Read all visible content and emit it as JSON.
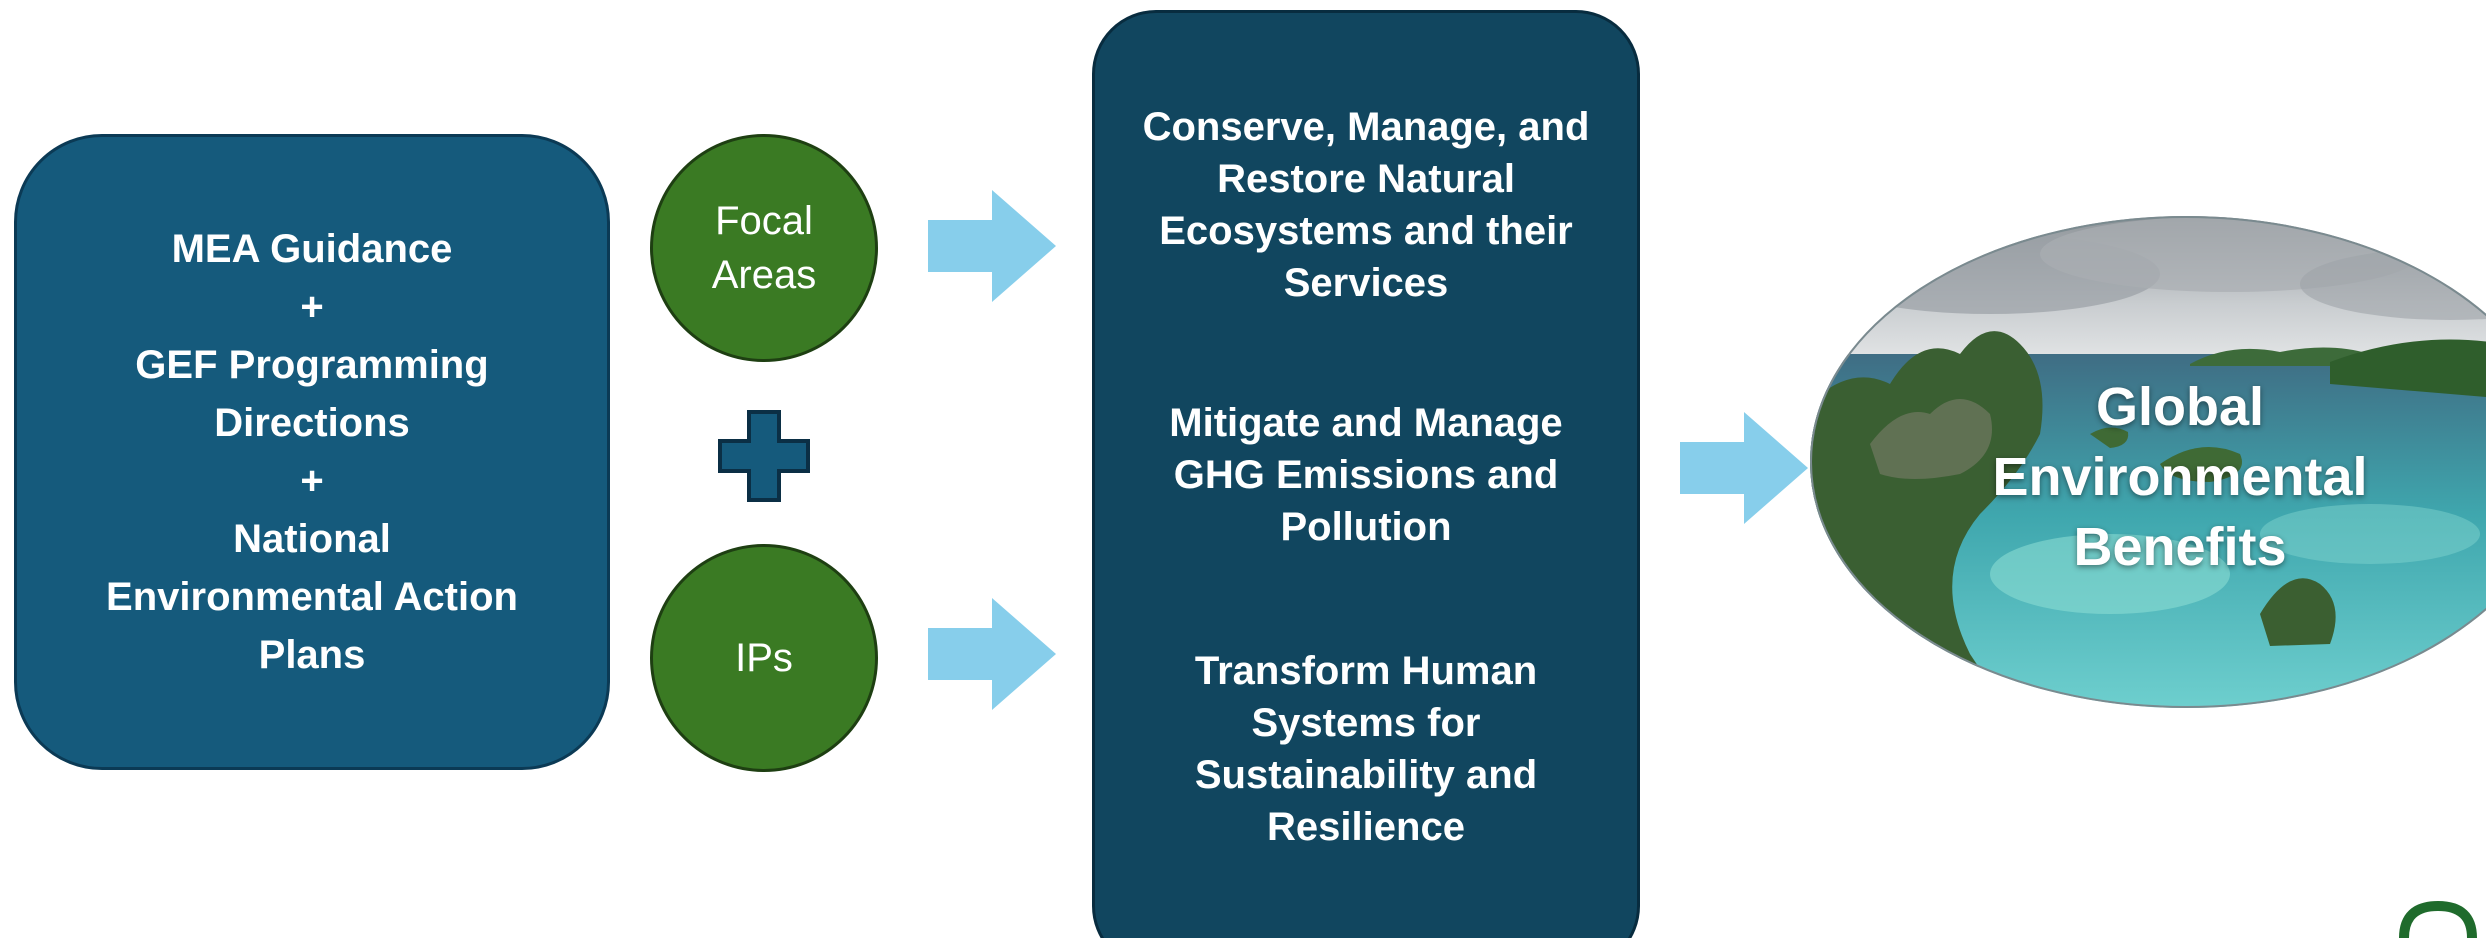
{
  "inputs_box": {
    "lines": [
      "MEA Guidance",
      "+",
      "GEF Programming",
      "Directions",
      "+",
      "National",
      "Environmental Action",
      "Plans"
    ]
  },
  "focal_areas": {
    "lines": [
      "Focal",
      "Areas"
    ]
  },
  "ips": {
    "lines": [
      "IPs"
    ]
  },
  "objectives": [
    {
      "lines": [
        "Conserve, Manage, and",
        "Restore Natural",
        "Ecosystems and their",
        "Services"
      ]
    },
    {
      "lines": [
        "Mitigate and Manage",
        "GHG Emissions and",
        "Pollution"
      ]
    },
    {
      "lines": [
        "Transform Human",
        "Systems for",
        "Sustainability and",
        "Resilience"
      ]
    }
  ],
  "outcome": {
    "lines": [
      "Global",
      "Environmental",
      "Benefits"
    ]
  },
  "colors": {
    "input_box": "#155a7c",
    "objectives_box": "#11465f",
    "circle": "#3a7a23",
    "arrow": "#87ceeb",
    "plus": "#155a7c"
  },
  "icons": [
    "plus-icon",
    "arrow-right-icon",
    "island-photo",
    "logo-mark"
  ]
}
